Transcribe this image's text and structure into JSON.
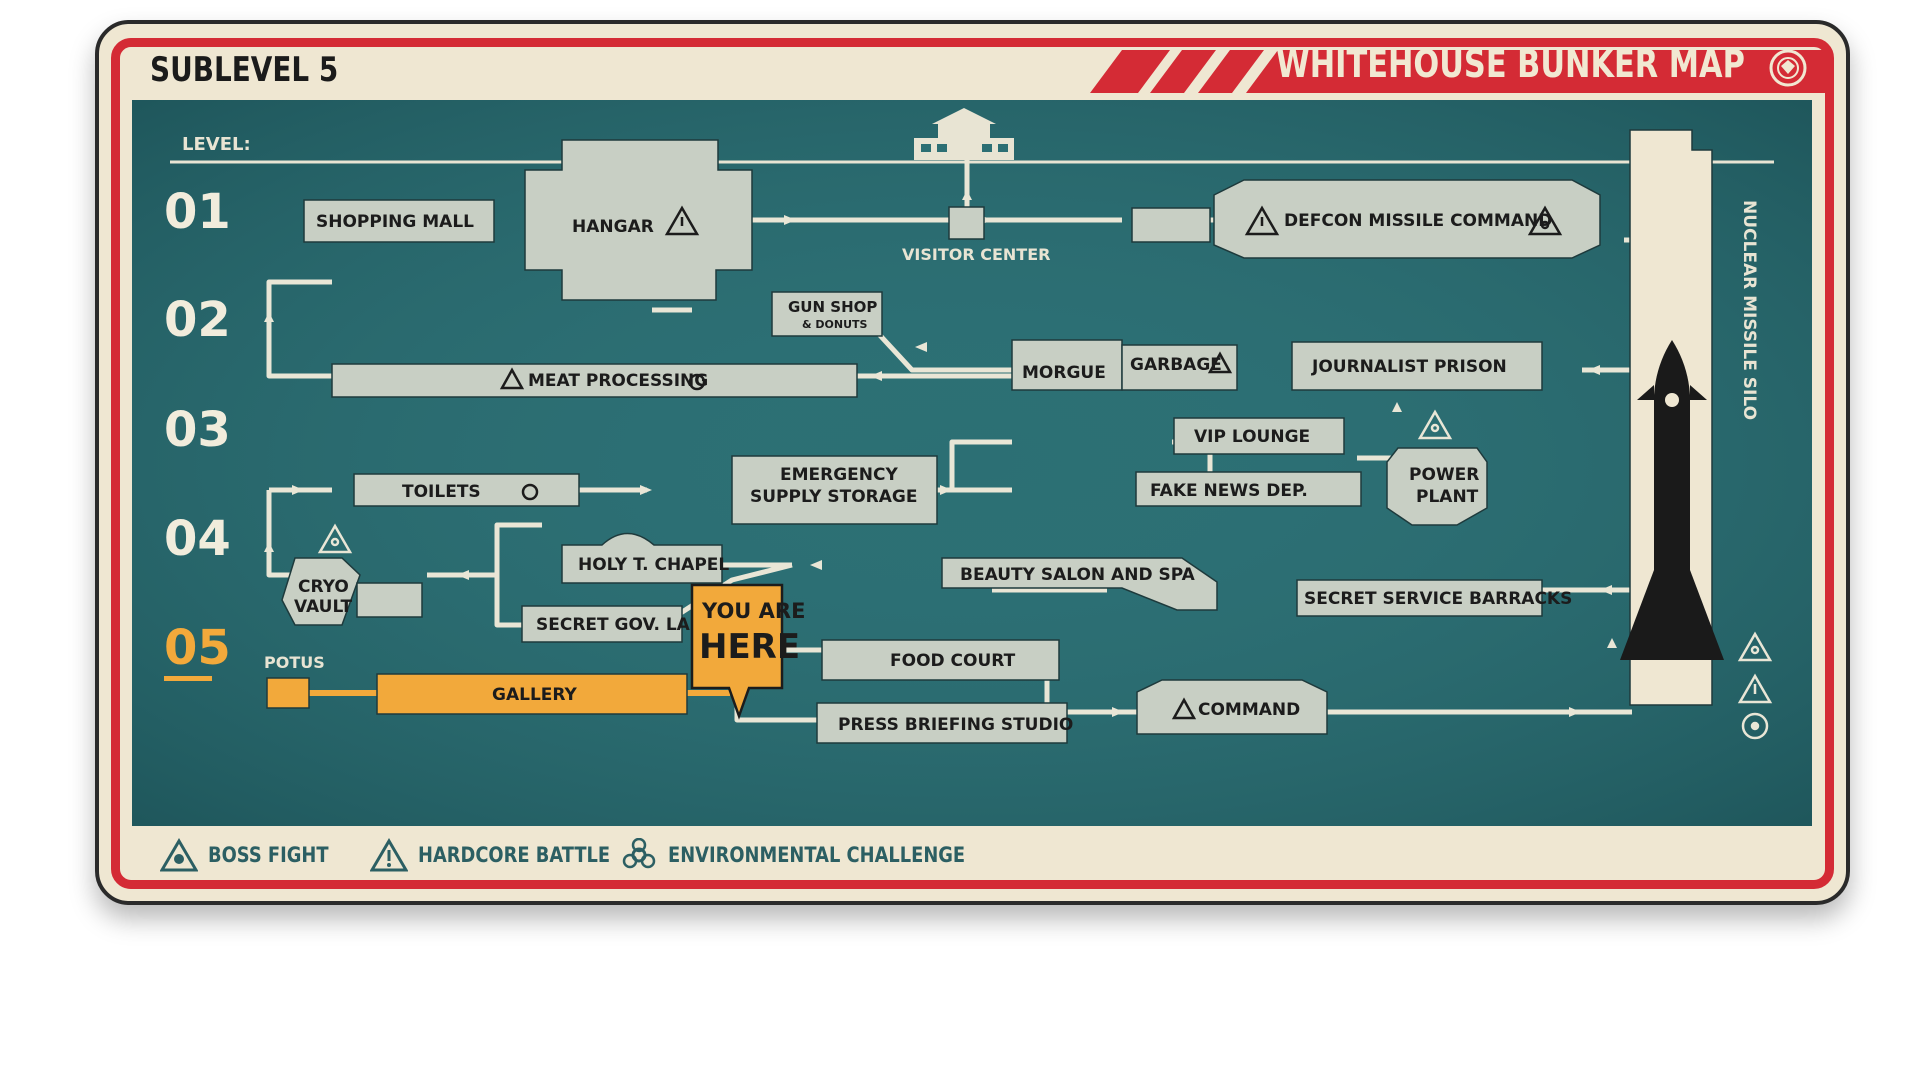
{
  "header": {
    "sublevel": "SUBLEVEL 5",
    "map_title": "WHITEHOUSE BUNKER MAP",
    "level_label": "LEVEL:"
  },
  "levels": [
    {
      "label": "01",
      "active": false
    },
    {
      "label": "02",
      "active": false
    },
    {
      "label": "03",
      "active": false
    },
    {
      "label": "04",
      "active": false
    },
    {
      "label": "05",
      "active": true
    }
  ],
  "rooms": {
    "shopping_mall": "SHOPPING MALL",
    "hangar": "HANGAR",
    "visitor_center": "VISITOR CENTER",
    "defcon": "DEFCON MISSILE COMMAND",
    "gun_shop": "GUN SHOP",
    "gun_shop_sub": "& DONUTS",
    "meat_processing": "MEAT PROCESSING",
    "morgue": "MORGUE",
    "garbage": "GARBAGE",
    "journalist_prison": "JOURNALIST PRISON",
    "vip_lounge": "VIP LOUNGE",
    "fake_news": "FAKE NEWS DEP.",
    "emergency_1": "EMERGENCY",
    "emergency_2": "SUPPLY STORAGE",
    "toilets": "TOILETS",
    "power_1": "POWER",
    "power_2": "PLANT",
    "holy_chapel": "HOLY T. CHAPEL",
    "secret_gov": "SECRET GOV. LA",
    "beauty_salon": "BEAUTY SALON AND SPA",
    "secret_service": "SECRET SERVICE BARRACKS",
    "cryo_1": "CRYO",
    "cryo_2": "VAULT",
    "food_court": "FOOD COURT",
    "press_briefing": "PRESS BRIEFING STUDIO",
    "command": "COMMAND",
    "gallery": "GALLERY",
    "potus": "POTUS",
    "silo": "NUCLEAR MISSILE SILO"
  },
  "you_are_here": {
    "line1": "YOU ARE",
    "line2": "HERE"
  },
  "legend": [
    {
      "icon": "skull-warning-icon",
      "label": "BOSS FIGHT"
    },
    {
      "icon": "warning-triangle-icon",
      "label": "HARDCORE BATTLE"
    },
    {
      "icon": "biohazard-icon",
      "label": "ENVIRONMENTAL CHALLENGE"
    }
  ],
  "colors": {
    "frame_red": "#d42b35",
    "card_cream": "#efe7d2",
    "map_teal": "#2c6f74",
    "room_fill": "#c8cfc4",
    "path": "#e9e6d6",
    "highlight_orange": "#f2a93b",
    "text_dark": "#1c1c1c"
  }
}
